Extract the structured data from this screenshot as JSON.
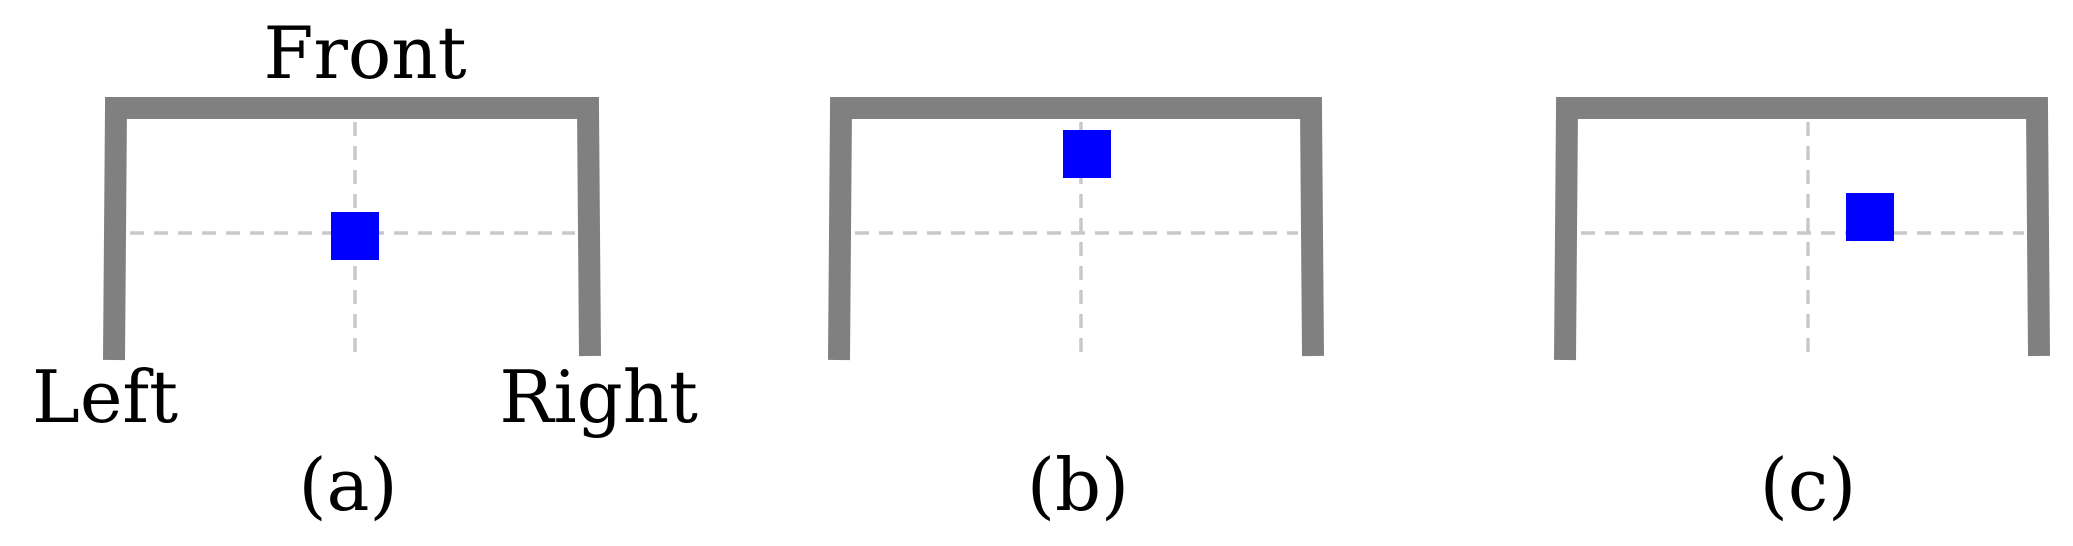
{
  "panels": [
    {
      "caption": "(a)",
      "top_label": "Front",
      "left_label": "Left",
      "right_label": "Right",
      "colors": {
        "wall": "#808080",
        "guide": "#c8c8c8",
        "marker": "#0000ff"
      }
    },
    {
      "caption": "(b)",
      "colors": {
        "wall": "#808080",
        "guide": "#c8c8c8",
        "marker": "#0000ff"
      }
    },
    {
      "caption": "(c)",
      "colors": {
        "wall": "#808080",
        "guide": "#c8c8c8",
        "marker": "#0000ff"
      }
    }
  ]
}
